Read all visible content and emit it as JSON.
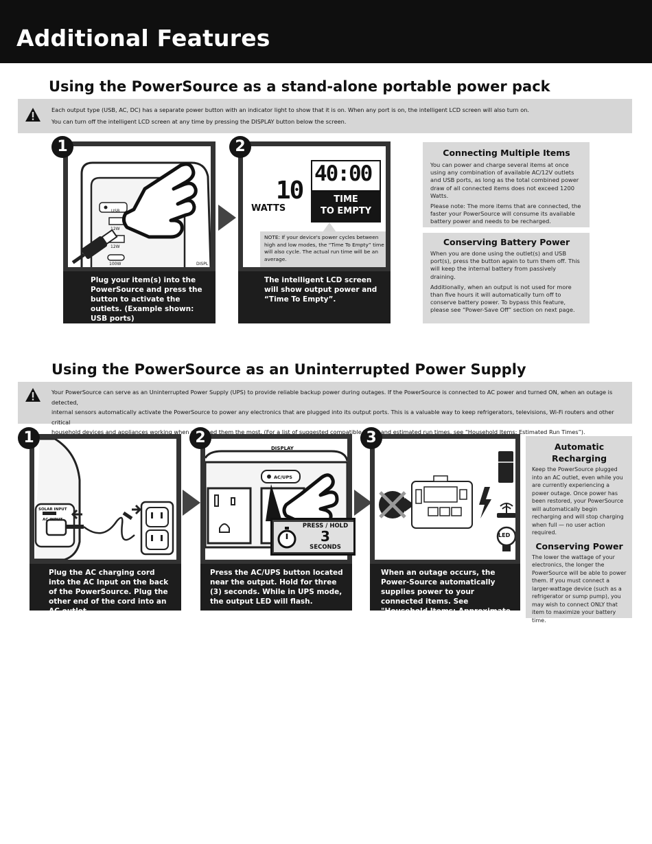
{
  "header": {
    "title": "Additional Features"
  },
  "section1": {
    "title": "Using the PowerSource as a stand-alone portable power pack",
    "warning_line1": "Each output type (USB, AC, DC) has a separate power button with an indicator light to show that it is on. When any port is on, the intelligent LCD screen will also turn on.",
    "warning_line2": "You can turn off the intelligent LCD screen at any time by pressing the DISPLAY button below the screen.",
    "step1": {
      "number": "1",
      "caption": "Plug your item(s) into the PowerSource and press the button to activate the outlets. (Example shown: USB ports)",
      "labels": {
        "usb": "USB",
        "w1": "12W",
        "w2": "12W",
        "w3": "100W",
        "display": "DISPL"
      }
    },
    "step2": {
      "number": "2",
      "watts_value": "10",
      "watts_label": "WATTS",
      "time_value": "40:00",
      "time_label_1": "TIME",
      "time_label_2": "TO EMPTY",
      "note": "NOTE: If your device's power cycles between high and low modes, the “Time To Empty” time will also cycle. The actual run time will be an average.",
      "caption": "The intelligent LCD screen will show output power and “Time To Empty”."
    },
    "sidebar": [
      {
        "title": "Connecting Multiple Items",
        "paragraphs": [
          "You can power and charge several items at once using any combination of available AC/12V outlets and USB ports, as long as the total combined power draw of all connected items does not exceed 1200 Watts.",
          "Please note: The more items that are connected, the faster your PowerSource will consume its available battery power and needs to be recharged."
        ]
      },
      {
        "title": "Conserving Battery Power",
        "paragraphs": [
          "When you are done using the outlet(s) and USB port(s), press the button again to turn them off. This will keep the internal battery from passively draining.",
          "Additionally, when an output is not used for more than five hours it will automatically turn off to conserve battery power. To bypass this feature, please see “Power-Save Off” section on next page."
        ]
      }
    ]
  },
  "section2": {
    "title": "Using the PowerSource as an Uninterrupted Power Supply",
    "warning_lines": [
      "Your PowerSource can serve as an Uninterrupted Power Supply (UPS) to provide reliable backup power during outages. If the PowerSource is connected to AC power and turned ON, when an outage is detected,",
      "internal sensors automatically activate the PowerSource to power any electronics that are plugged into its output ports. This is a valuable way to keep refrigerators, televisions, Wi-Fi routers and other critical",
      "household devices and appliances working when you need them the most. (For a list of suggested compatible items and estimated run times, see “Household Items: Estimated Run Times”)."
    ],
    "step1": {
      "number": "1",
      "caption": "Plug the AC charging cord into the AC Input on the back of the PowerSource. Plug the other end of the cord into an AC outlet.",
      "labels": {
        "solar": "SOLAR INPUT",
        "ac": "AC INPUT"
      }
    },
    "step2": {
      "number": "2",
      "display_label": "DISPLAY",
      "button_label": "AC/UPS",
      "press_hold": "PRESS / HOLD",
      "seconds_value": "3",
      "seconds_label": "SECONDS",
      "caption": "Press the AC/UPS button located near the output. Hold for three (3) seconds. While in UPS mode, the output LED will flash."
    },
    "step3": {
      "number": "3",
      "led_label": "LED",
      "caption": "When an outage occurs, the Power-Source automatically supplies power to your connected items. See \"Household Items: Approximate Run Times\"."
    },
    "sidebar": [
      {
        "title_line1": "Automatic",
        "title_line2": "Recharging",
        "paragraph": "Keep the PowerSource plugged into an AC outlet, even while you are currently experiencing a power outage. Once power has been restored, your PowerSource will automatically begin recharging and will stop charging when full — no user action required."
      },
      {
        "title": "Conserving Power",
        "paragraph": "The lower the wattage of your electronics, the longer the PowerSource will be able to power them. If you must connect a larger-wattage device (such as a refrigerator or sump pump), you may wish to connect ONLY that item to maximize your battery time."
      }
    ]
  }
}
